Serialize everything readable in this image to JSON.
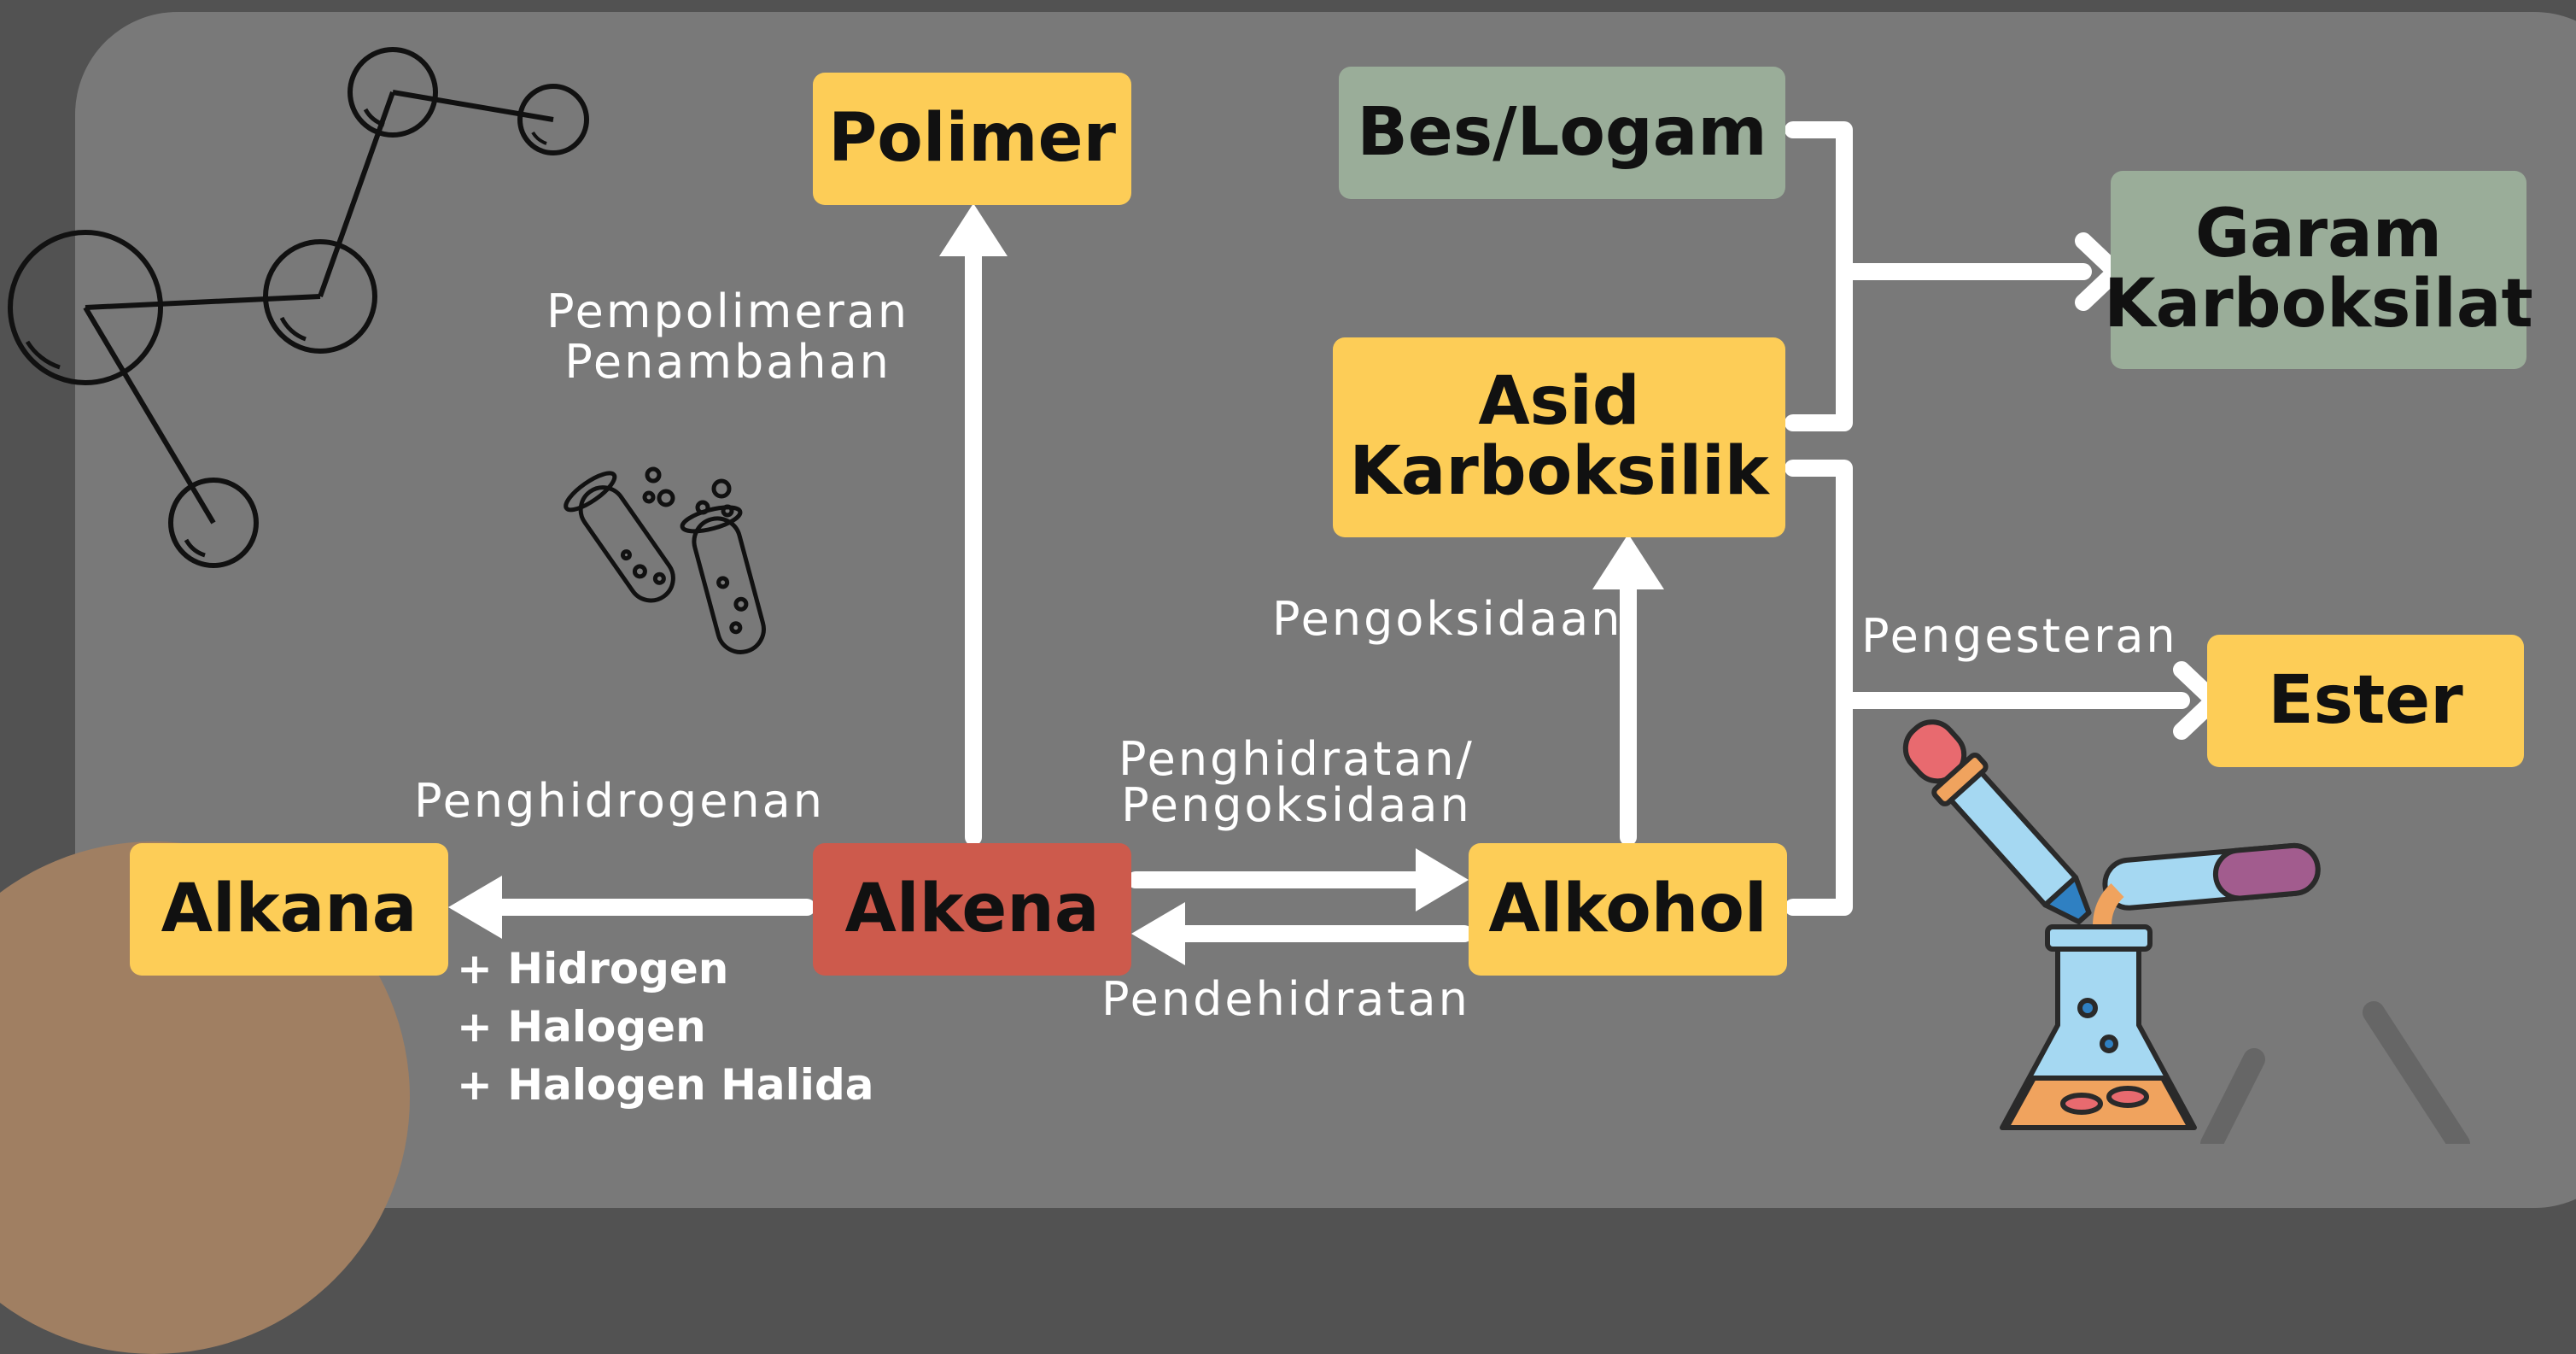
{
  "nodes": {
    "polimer": "Polimer",
    "bes_logam": "Bes/Logam",
    "garam_karboksilat": [
      "Garam",
      "Karboksilat"
    ],
    "asid_karboksilik": [
      "Asid",
      "Karboksilik"
    ],
    "ester": "Ester",
    "alkana": "Alkana",
    "alkena": "Alkena",
    "alkohol": "Alkohol"
  },
  "reactions": {
    "pempolimeran": [
      "Pempolimeran",
      "Penambahan"
    ],
    "penghidrogenan": "Penghidrogenan",
    "penghidratan": [
      "Penghidratan/",
      "Pengoksidaan"
    ],
    "pendehidratan": "Pendehidratan",
    "pengoksidaan": "Pengoksidaan",
    "pengesteran": "Pengesteran"
  },
  "alkana_conditions": [
    "+ Hidrogen",
    "+ Halogen",
    "+ Halogen Halida"
  ],
  "colors": {
    "background": "#525252",
    "panel": "#797979",
    "node_yellow": "#fdcd57",
    "node_red": "#cd5a4c",
    "node_sage": "#9aad99",
    "arrow": "#ffffff",
    "label_text": "#ffffff",
    "node_text": "#111111"
  },
  "icons": [
    "molecule-icon",
    "test-tubes-icon",
    "dropper-flask-icon"
  ]
}
